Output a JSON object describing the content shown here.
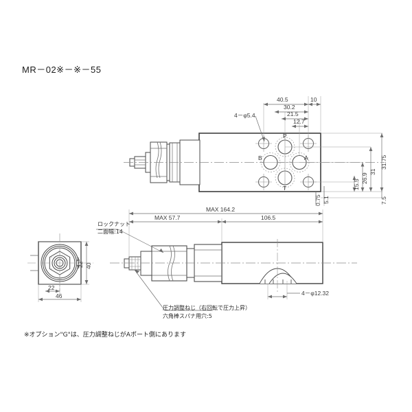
{
  "drawing": {
    "title": "MR－02※－※－55",
    "footnote": "※オプション\"G\"は、圧力調整ねじがAポート側にあります"
  },
  "top_view": {
    "callout_mounting_holes": "4－φ5.4",
    "horizontal_dims": [
      "40.5",
      "10",
      "30.2",
      "21.5",
      "12.7"
    ],
    "vertical_dims": [
      "31.75",
      "31",
      "26.9",
      "15.5",
      "7.5",
      "5.1",
      "0.75"
    ],
    "port_labels": {
      "p": "P",
      "a": "A",
      "b": "B",
      "t": "T"
    }
  },
  "side_view": {
    "label_locknut_line1": "ロックナット",
    "label_locknut_line2": "二面幅:14",
    "dim_overall": "MAX 164.2",
    "dim_front": "MAX 57.7",
    "dim_body": "106.5",
    "callout_ports": "4－φ12.32",
    "note_adjust_line1": "圧力調整ねじ（右回転で圧力上昇）",
    "note_adjust_line2": "六角棒スパナ用穴:5"
  },
  "end_view": {
    "dims": [
      "40",
      "22",
      "22",
      "46"
    ]
  },
  "colors": {
    "outline": "#3f3f3f",
    "thin": "#6e6e6e",
    "center": "#8a8a8a",
    "text": "#2b2b2b"
  }
}
